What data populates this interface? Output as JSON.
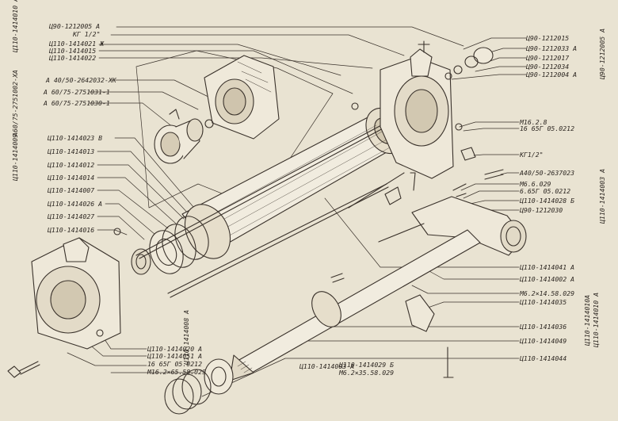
{
  "labels": {
    "l_t1": "Ц90-1212005 А",
    "l_t2": "КГ 1/2\"",
    "l_t3": "Ц110-1414021 Ж",
    "l_t4": "Ц110-1414015",
    "l_t5": "Ц110-1414022",
    "l_a1": "А 40/50-2642032-ХК",
    "l_a2": "А 60/75-2751031-1",
    "l_a3": "А 60/75-2751030-1",
    "l_m1": "Ц110-1414023 В",
    "l_m2": "Ц110-1414013",
    "l_m3": "Ц110-1414012",
    "l_m4": "Ц110-1414014",
    "l_m5": "Ц110-1414007",
    "l_m6": "Ц110-1414026 А",
    "l_m7": "Ц110-1414027",
    "l_m8": "Ц110-1414016",
    "l_r1": "Ц90-1212015",
    "l_r2": "Ц90-1212033 А",
    "l_r3": "Ц90-1212017",
    "l_r4": "Ц90-1212034",
    "l_r5": "Ц90-1212004 А",
    "l_r6": "М16.2.8",
    "l_r7": "16 65Г 05.0212",
    "l_r8": "КГ1/2\"",
    "l_r9": "А40/50-2637023",
    "l_r10": "М6.6.029",
    "l_r11": "6.65Г 05.0212",
    "l_r12": "Ц110-1414028 Б",
    "l_r13": "Ц90-1212030",
    "l_c1": "Ц110-1414041 А",
    "l_c2": "Ц110-1414002 А",
    "l_c3": "М6.2×14.58.029",
    "l_c4": "Ц110-1414035",
    "l_c5": "Ц110-1414036",
    "l_c6": "Ц110-1414049",
    "l_c7": "Ц110-1414044",
    "l_b1": "Ц110-1414020 А",
    "l_b2": "Ц110-1414051 А",
    "l_b3": "16 65Г 05.0212",
    "l_b4": "М16.2×65.58.029",
    "l_b5": "Ц110-1414003 А",
    "l_b6": "Ц110-1414029 Б",
    "l_b7": "М6.2×35.58.029"
  },
  "vlabels": {
    "v1": "Ц110-1414010 А",
    "v2": "А60/75-2751002-ХА",
    "v3": "Ц110-1414009",
    "v4": "Ц90-1212005 А",
    "v5": "Ц110-1414003 А",
    "v6": "Ц110-1414008 А",
    "v7": "Ц110-1414010А",
    "v8": "Ц110-1414010 А"
  }
}
